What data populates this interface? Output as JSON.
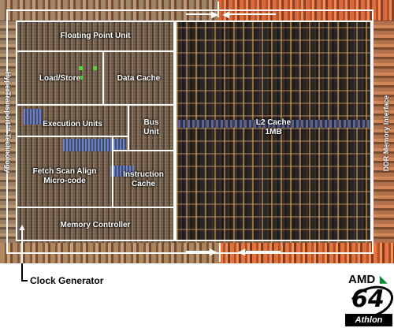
{
  "diagram": {
    "blocks": {
      "floating_point_unit": "Floating Point Unit",
      "load_store": "Load/Store",
      "data_cache": "Data Cache",
      "execution_units": "Execution Units",
      "bus_unit": "Bus\nUnit",
      "fetch_scan_align": "Fetch Scan Align\nMicro-code",
      "instruction_cache": "Instruction\nCache",
      "memory_controller": "Memory Controller",
      "l2_cache": "L2 Cache\n1MB"
    },
    "side_labels": {
      "left": "HyperTransport™ Technology",
      "right": "DDR Memory Interface"
    },
    "callout": "Clock Generator"
  },
  "logo": {
    "brand": "AMD",
    "number": "64",
    "product": "Athlon"
  },
  "colors": {
    "outline": "#ffffff",
    "logo_arrow": "#0a8a3a"
  }
}
